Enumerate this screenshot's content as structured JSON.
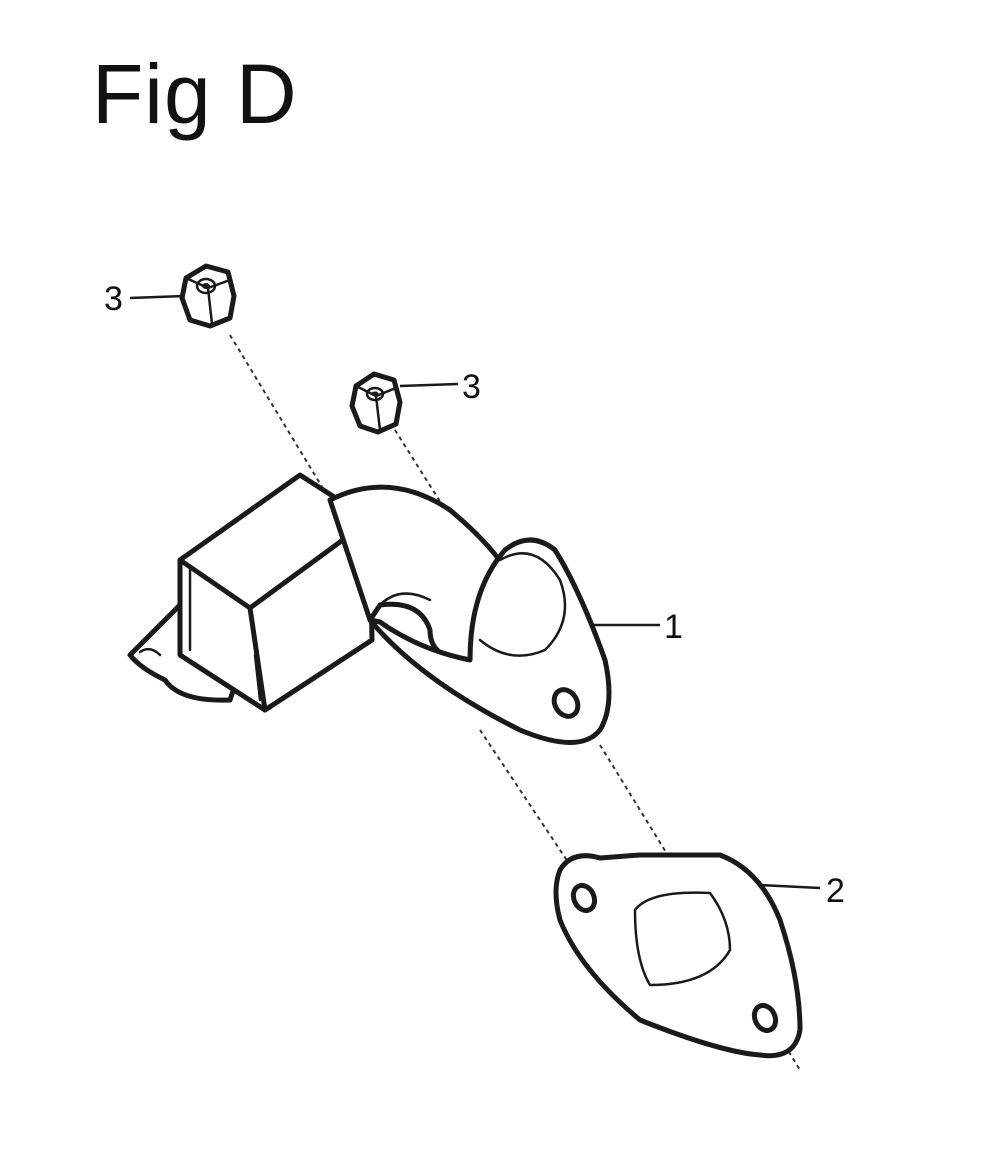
{
  "figure": {
    "title": "Fig D",
    "callouts": {
      "nut_left": "3",
      "nut_right": "3",
      "muffler": "1",
      "gasket": "2"
    }
  }
}
